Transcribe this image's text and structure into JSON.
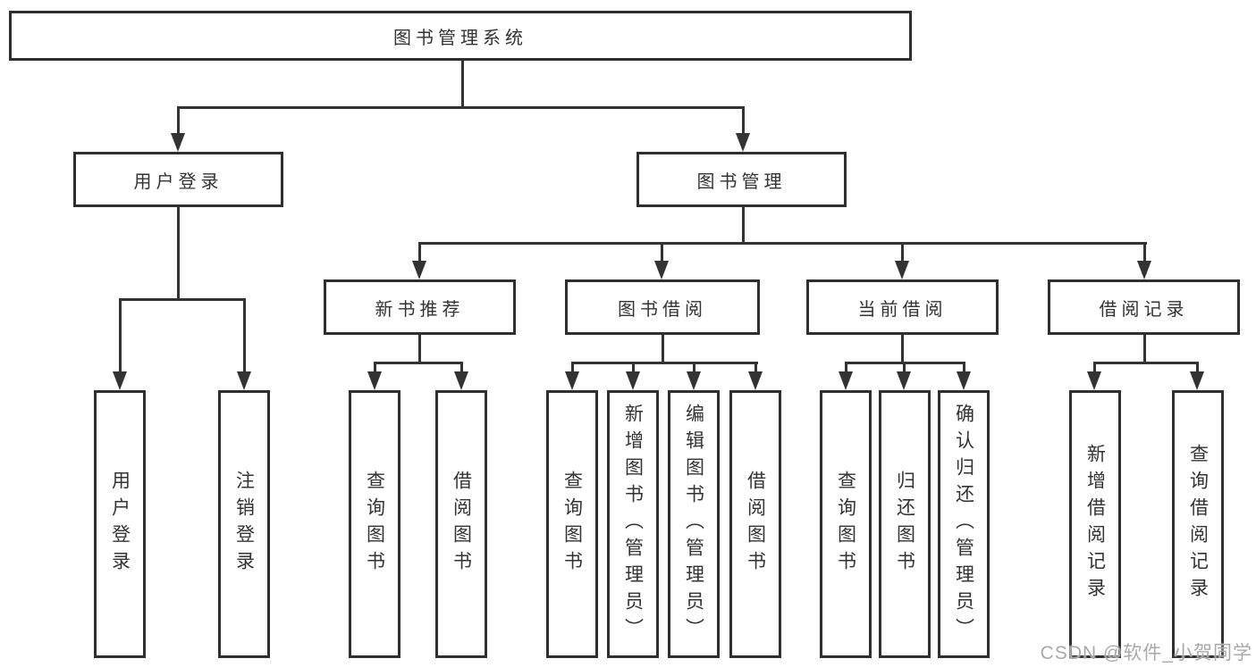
{
  "diagram": {
    "type": "tree",
    "root": {
      "label": "图书管理系统"
    },
    "branches": [
      {
        "label": "用户登录",
        "children": [
          {
            "label": "用户登录"
          },
          {
            "label": "注销登录"
          }
        ]
      },
      {
        "label": "图书管理",
        "children": [
          {
            "label": "新书推荐",
            "children": [
              {
                "label": "查询图书"
              },
              {
                "label": "借阅图书"
              }
            ]
          },
          {
            "label": "图书借阅",
            "children": [
              {
                "label": "查询图书"
              },
              {
                "label": "新增图书（管理员）"
              },
              {
                "label": "编辑图书（管理员）"
              },
              {
                "label": "借阅图书"
              }
            ]
          },
          {
            "label": "当前借阅",
            "children": [
              {
                "label": "查询图书"
              },
              {
                "label": "归还图书"
              },
              {
                "label": "确认归还（管理员）"
              }
            ]
          },
          {
            "label": "借阅记录",
            "children": [
              {
                "label": "新增借阅记录"
              },
              {
                "label": "查询借阅记录"
              }
            ]
          }
        ]
      }
    ]
  },
  "watermark": {
    "text": "CSDN @软件_小贺同学"
  },
  "colors": {
    "background": "#ffffff",
    "line": "#333333",
    "box_border": "#2f2f2f",
    "text": "#333333",
    "watermark": "#a9a9a9"
  }
}
